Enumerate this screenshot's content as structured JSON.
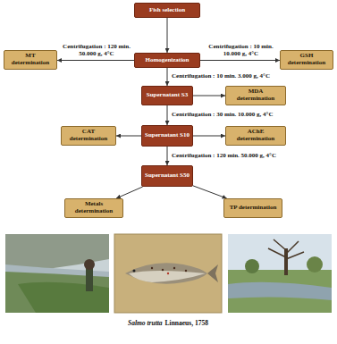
{
  "diagram": {
    "nodes": [
      {
        "text": [
          "Fish selection"
        ]
      },
      {
        "text": [
          "MT determination"
        ]
      },
      {
        "text": [
          "Homogenization"
        ]
      },
      {
        "text": [
          "GSH determination"
        ]
      },
      {
        "text": [
          "Supernatant S3"
        ]
      },
      {
        "text": [
          "MDA determination"
        ]
      },
      {
        "text": [
          "CAT determination"
        ]
      },
      {
        "text": [
          "Supernatant S10"
        ]
      },
      {
        "text": [
          "AChE determination"
        ]
      },
      {
        "text": [
          "Supernatant S50"
        ]
      },
      {
        "text": [
          "Metals determination"
        ]
      },
      {
        "text": [
          "TP determination"
        ]
      }
    ],
    "edges": [
      {
        "from": 0,
        "to": 2,
        "arrow": "to"
      },
      {
        "from": 2,
        "to": 1,
        "label": "Centrifugation : 120 min. 50.000 g, 4°C",
        "arrow": "to"
      },
      {
        "from": 2,
        "to": 3,
        "label": "Centrifugation : 10 min. 10.000 g, 4°C",
        "arrow": "to"
      },
      {
        "from": 2,
        "to": 4,
        "label": "Centrifugation : 10 min. 3.000 g, 4°C",
        "arrow": "to"
      },
      {
        "from": 4,
        "to": 5,
        "arrow": "to"
      },
      {
        "from": 4,
        "to": 7,
        "label": "Centrifugation : 30 min. 10.000 g, 4°C",
        "arrow": "to"
      },
      {
        "from": 7,
        "to": 6,
        "arrow": "to"
      },
      {
        "from": 7,
        "to": 8,
        "arrow": "to"
      },
      {
        "from": 7,
        "to": 9,
        "label": "Centrifugation : 120 min. 50.000 g, 4°C",
        "arrow": "to"
      },
      {
        "from": 9,
        "to": 10,
        "arrow": "to"
      },
      {
        "from": 9,
        "to": 11,
        "arrow": "to"
      }
    ],
    "labels": [
      "Salmo trutta",
      "Linnaeus, 1758"
    ]
  }
}
